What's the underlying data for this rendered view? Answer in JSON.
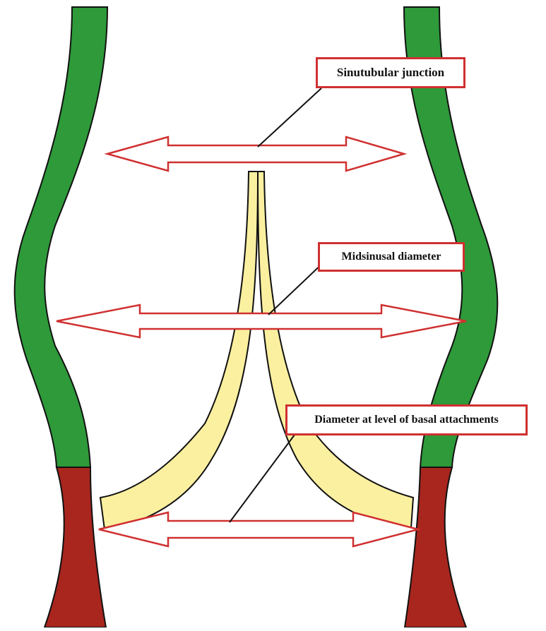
{
  "labels": {
    "sinotubular": "Sinutubular junction",
    "midsinusal": "Midsinusal diameter",
    "basal": "Diameter at level of basal attachments"
  },
  "colors": {
    "aortic_wall": "#2e9a3a",
    "annulus": "#a8261e",
    "leaflet": "#fbf0a0",
    "arrow": "#d03030",
    "outline": "#111111"
  }
}
